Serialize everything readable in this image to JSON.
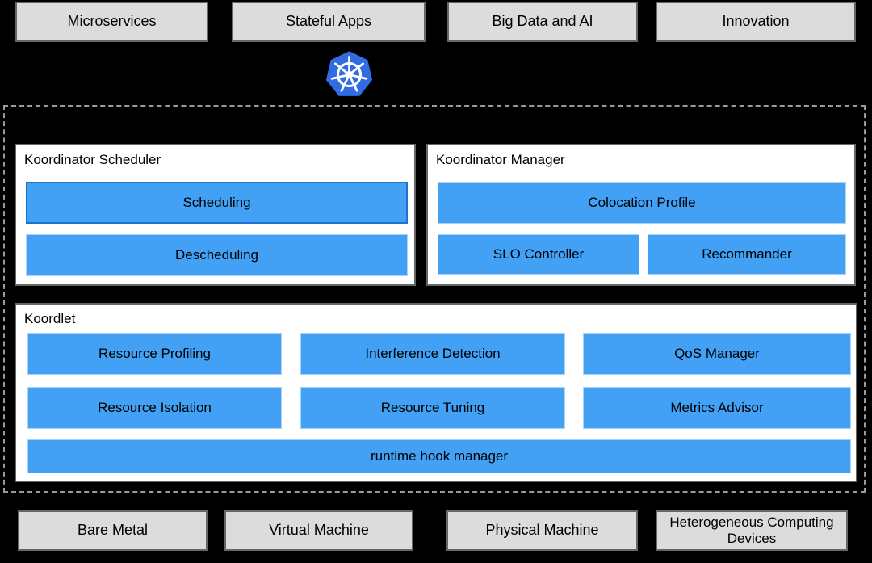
{
  "colors": {
    "background": "#000000",
    "gray_box_fill": "#DCDCDC",
    "gray_box_border": "#666666",
    "panel_fill": "#FFFFFF",
    "panel_border": "#666666",
    "bar_fill": "#42A1F5",
    "bar_border_dark": "#1B74CF",
    "bar_border_light": "#A9D2F6",
    "dashed_border": "#9A9A9A",
    "kubernetes_blue": "#326CE5"
  },
  "top_workloads": [
    {
      "label": "Microservices"
    },
    {
      "label": "Stateful Apps"
    },
    {
      "label": "Big Data and AI"
    },
    {
      "label": "Innovation"
    }
  ],
  "logo": {
    "name": "kubernetes-logo"
  },
  "panels": {
    "scheduler": {
      "title": "Koordinator Scheduler",
      "bars": [
        "Scheduling",
        "Descheduling"
      ]
    },
    "manager": {
      "title": "Koordinator Manager",
      "bars": [
        "Colocation Profile",
        "SLO Controller",
        "Recommander"
      ]
    },
    "koordlet": {
      "title": "Koordlet",
      "bars": [
        "Resource Profiling",
        "Interference Detection",
        "QoS Manager",
        "Resource Isolation",
        "Resource Tuning",
        "Metrics Advisor",
        "runtime hook manager"
      ]
    }
  },
  "bottom_infrastructure": [
    {
      "label": "Bare Metal"
    },
    {
      "label": "Virtual Machine"
    },
    {
      "label": "Physical Machine"
    },
    {
      "label": "Heterogeneous Computing Devices"
    }
  ]
}
